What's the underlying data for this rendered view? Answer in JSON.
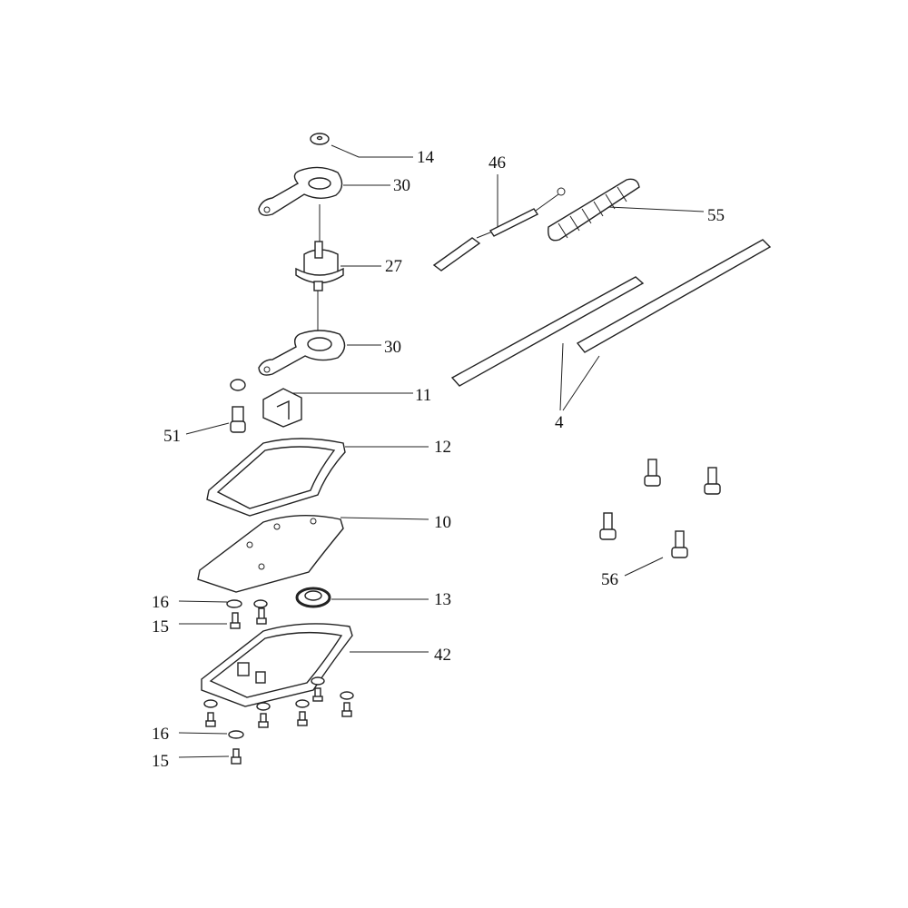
{
  "diagram": {
    "type": "exploded-parts-view",
    "callouts": [
      {
        "id": "c14",
        "label": "14"
      },
      {
        "id": "c46",
        "label": "46"
      },
      {
        "id": "c30a",
        "label": "30"
      },
      {
        "id": "c55",
        "label": "55"
      },
      {
        "id": "c27",
        "label": "27"
      },
      {
        "id": "c30b",
        "label": "30"
      },
      {
        "id": "c11",
        "label": "11"
      },
      {
        "id": "c51",
        "label": "51"
      },
      {
        "id": "c4",
        "label": "4"
      },
      {
        "id": "c12",
        "label": "12"
      },
      {
        "id": "c10",
        "label": "10"
      },
      {
        "id": "c16a",
        "label": "16"
      },
      {
        "id": "c13",
        "label": "13"
      },
      {
        "id": "c15a",
        "label": "15"
      },
      {
        "id": "c42",
        "label": "42"
      },
      {
        "id": "c56",
        "label": "56"
      },
      {
        "id": "c16b",
        "label": "16"
      },
      {
        "id": "c15b",
        "label": "15"
      }
    ]
  }
}
